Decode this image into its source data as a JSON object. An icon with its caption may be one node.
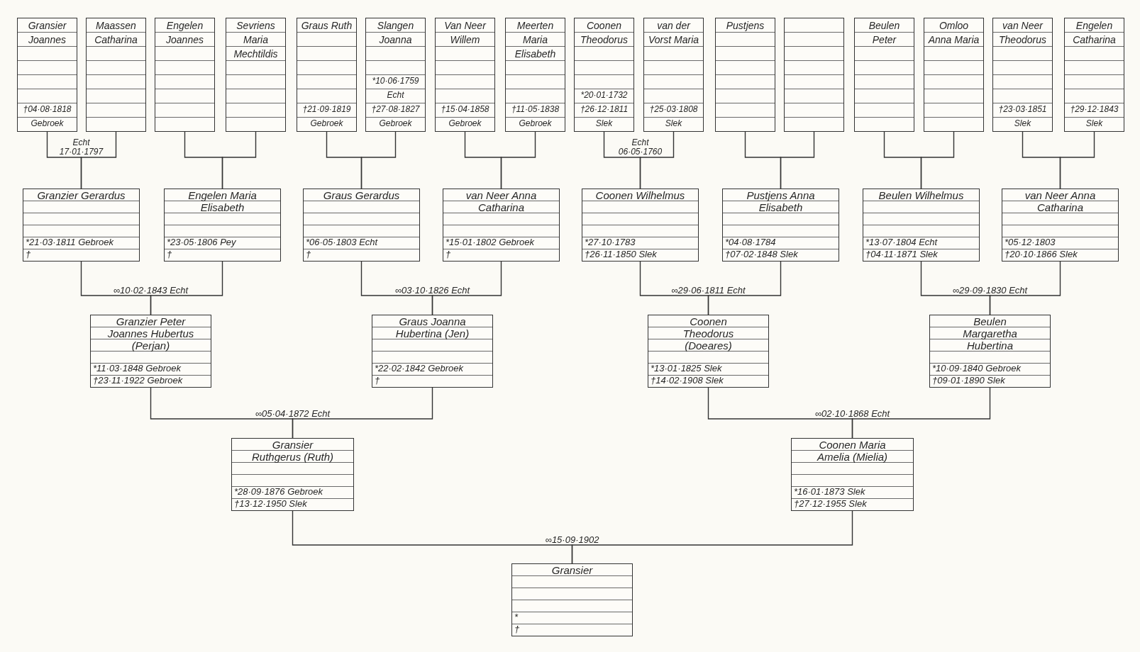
{
  "diagram": {
    "nodes": [
      {
        "text": [
          "Gransier Joannes",
          "†04·08·1818",
          "Gebroek"
        ]
      },
      {
        "text": [
          "Maassen Catharina"
        ]
      },
      {
        "text": [
          "Engelen Joannes"
        ]
      },
      {
        "text": [
          "Sevriens Maria Mechtildis"
        ]
      },
      {
        "text": [
          "Graus Ruth",
          "†21·09·1819",
          "Gebroek"
        ]
      },
      {
        "text": [
          "Slangen Joanna",
          "*10·06·1759",
          "Echt",
          "†27·08·1827",
          "Gebroek"
        ]
      },
      {
        "text": [
          "Van Neer Willem",
          "†15·04·1858",
          "Gebroek"
        ]
      },
      {
        "text": [
          "Meerten Maria Elisabeth",
          "†11·05·1838",
          "Gebroek"
        ]
      },
      {
        "text": [
          "Coonen Theodorus",
          "*20·01·1732",
          "†26·12·1811",
          "Slek"
        ]
      },
      {
        "text": [
          "van der Vorst Maria",
          "†25·03·1808",
          "Slek"
        ]
      },
      {
        "text": [
          "Pustjens"
        ]
      },
      {
        "text": [],
        "shape": "box"
      },
      {
        "text": [
          "Beulen Peter"
        ]
      },
      {
        "text": [
          "Omloo Anna Maria"
        ]
      },
      {
        "text": [
          "van Neer Theodorus",
          "†23·03·1851",
          "Slek"
        ]
      },
      {
        "text": [
          "Engelen Catharina",
          "†29·12·1843",
          "Slek"
        ]
      },
      {
        "text": [
          "Granzier Gerardus",
          "*21·03·1811 Gebroek",
          "†"
        ]
      },
      {
        "text": [
          "Engelen Maria Elisabeth",
          "*23·05·1806 Pey",
          "†"
        ]
      },
      {
        "text": [
          "Graus Gerardus",
          "*06·05·1803 Echt",
          "†"
        ]
      },
      {
        "text": [
          "van Neer Anna Catharina",
          "*15·01·1802 Gebroek",
          "†"
        ]
      },
      {
        "text": [
          "Coonen Wilhelmus",
          "*27·10·1783",
          "†26·11·1850 Slek"
        ]
      },
      {
        "text": [
          "Pustjens Anna Elisabeth",
          "*04·08·1784",
          "†07·02·1848 Slek"
        ]
      },
      {
        "text": [
          "Beulen Wilhelmus",
          "*13·07·1804 Echt",
          "†04·11·1871 Slek"
        ]
      },
      {
        "text": [
          "van Neer Anna Catharina",
          "*05·12·1803",
          "†20·10·1866 Slek"
        ]
      },
      {
        "text": [
          "Granzier Peter Joannes Hubertus (Perjan)",
          "*11·03·1848 Gebroek",
          "†23·11·1922 Gebroek"
        ]
      },
      {
        "text": [
          "Graus Joanna Hubertina (Jen)",
          "*22·02·1842 Gebroek",
          "†"
        ]
      },
      {
        "text": [
          "Coonen Theodorus (Doeares)",
          "*13·01·1825 Slek",
          "†14·02·1908 Slek"
        ]
      },
      {
        "text": [
          "Beulen Margaretha Hubertina",
          "*10·09·1840 Gebroek",
          "†09·01·1890 Slek"
        ]
      },
      {
        "text": [
          "Gransier Ruthgerus (Ruth)",
          "*28·09·1876 Gebroek",
          "†13·12·1950 Slek"
        ]
      },
      {
        "text": [
          "Coonen Maria Amelia (Mielia)",
          "*16·01·1873 Slek",
          "†27·12·1955 Slek"
        ]
      },
      {
        "text": [
          "Gransier",
          "*",
          "†"
        ]
      }
    ],
    "edges": [
      {
        "from": 0,
        "to": 16,
        "arrow": "none",
        "label": "Echt 17·01·1797"
      },
      {
        "from": 1,
        "to": 16,
        "arrow": "none"
      },
      {
        "from": 2,
        "to": 17,
        "arrow": "none"
      },
      {
        "from": 3,
        "to": 17,
        "arrow": "none"
      },
      {
        "from": 4,
        "to": 18,
        "arrow": "none"
      },
      {
        "from": 5,
        "to": 18,
        "arrow": "none"
      },
      {
        "from": 6,
        "to": 19,
        "arrow": "none"
      },
      {
        "from": 7,
        "to": 19,
        "arrow": "none"
      },
      {
        "from": 8,
        "to": 20,
        "arrow": "none",
        "label": "Echt 06·05·1760"
      },
      {
        "from": 9,
        "to": 20,
        "arrow": "none"
      },
      {
        "from": 10,
        "to": 21,
        "arrow": "none"
      },
      {
        "from": 11,
        "to": 21,
        "arrow": "none"
      },
      {
        "from": 12,
        "to": 22,
        "arrow": "none"
      },
      {
        "from": 13,
        "to": 22,
        "arrow": "none"
      },
      {
        "from": 14,
        "to": 23,
        "arrow": "none"
      },
      {
        "from": 15,
        "to": 23,
        "arrow": "none"
      },
      {
        "from": 16,
        "to": 24,
        "arrow": "none",
        "label": "∞10·02·1843 Echt"
      },
      {
        "from": 17,
        "to": 24,
        "arrow": "none"
      },
      {
        "from": 18,
        "to": 25,
        "arrow": "none",
        "label": "∞03·10·1826 Echt"
      },
      {
        "from": 19,
        "to": 25,
        "arrow": "none"
      },
      {
        "from": 20,
        "to": 26,
        "arrow": "none",
        "label": "∞29·06·1811 Echt"
      },
      {
        "from": 21,
        "to": 26,
        "arrow": "none"
      },
      {
        "from": 22,
        "to": 27,
        "arrow": "none",
        "label": "∞29·09·1830 Echt"
      },
      {
        "from": 23,
        "to": 27,
        "arrow": "none"
      },
      {
        "from": 24,
        "to": 28,
        "arrow": "none",
        "label": "∞05·04·1872 Echt"
      },
      {
        "from": 25,
        "to": 28,
        "arrow": "none"
      },
      {
        "from": 26,
        "to": 29,
        "arrow": "none",
        "label": "∞02·10·1868 Echt"
      },
      {
        "from": 27,
        "to": 29,
        "arrow": "none"
      },
      {
        "from": 28,
        "to": 30,
        "arrow": "none",
        "label": "∞15·09·1902"
      },
      {
        "from": 29,
        "to": 30,
        "arrow": "none"
      }
    ]
  }
}
